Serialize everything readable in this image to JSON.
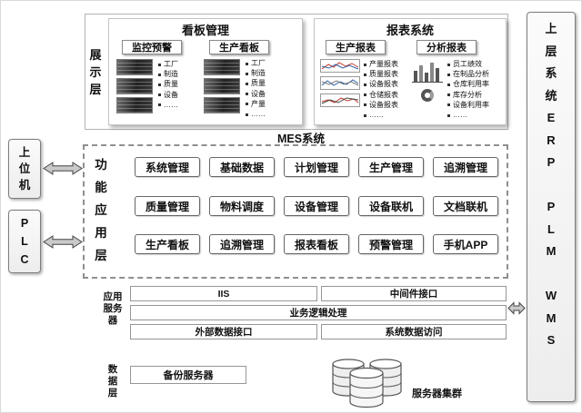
{
  "mes_label": "MES系统",
  "left": {
    "host": "上\n位\n机",
    "plc": "P\nL\nC"
  },
  "right": {
    "label": "上\n层\n系\n统\nE\nR\nP\n\nP\nL\nM\n\nW\nM\nS"
  },
  "display_layer": {
    "label": "展\n示\n层",
    "kanban": {
      "title": "看板管理",
      "sections": [
        {
          "title": "监控预警",
          "items": [
            "工厂",
            "制造",
            "质量",
            "设备",
            "……"
          ]
        },
        {
          "title": "生产看板",
          "items": [
            "工厂",
            "制造",
            "质量",
            "设备",
            "产量",
            "……"
          ]
        }
      ]
    },
    "reports": {
      "title": "报表系统",
      "sections": [
        {
          "title": "生产报表",
          "items": [
            "产量报表",
            "质量报表",
            "设备报表",
            "仓储报表",
            "设备报表",
            "……"
          ]
        },
        {
          "title": "分析报表",
          "items": [
            "员工绩效",
            "在制品分析",
            "仓库利用率",
            "库存分析",
            "设备利用率",
            "……"
          ]
        }
      ]
    }
  },
  "function_layer": {
    "label": "功\n能\n应\n用\n层",
    "rows": [
      [
        "系统管理",
        "基础数据",
        "计划管理",
        "生产管理",
        "追溯管理"
      ],
      [
        "质量管理",
        "物料调度",
        "设备管理",
        "设备联机",
        "文档联机"
      ],
      [
        "生产看板",
        "追溯管理",
        "报表看板",
        "预警管理",
        "手机APP"
      ]
    ]
  },
  "app_server": {
    "label": "应用\n服务\n器",
    "iis": "IIS",
    "middleware": "中间件接口",
    "business_logic": "业务逻辑处理",
    "external_api": "外部数据接口",
    "data_access": "系统数据访问"
  },
  "data_layer": {
    "label": "数\n据\n层",
    "backup_server": "备份服务器",
    "server_cluster": "服务器集群"
  }
}
